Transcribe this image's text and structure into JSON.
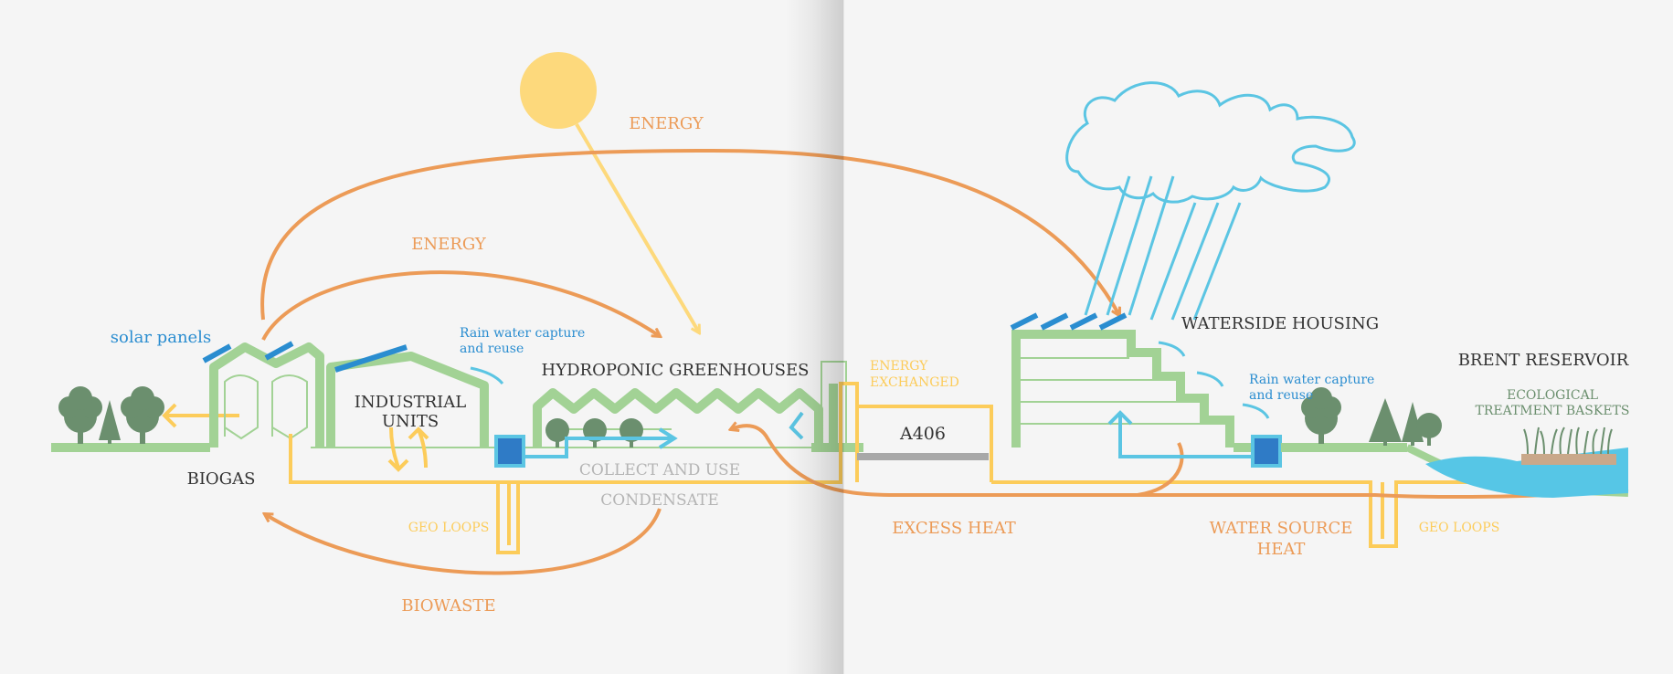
{
  "colors": {
    "green": "#a2d295",
    "dark_green": "#6b8f6e",
    "orange": "#ec9b57",
    "yellow": "#fccc5a",
    "sun": "#fdd97c",
    "blue": "#5bc5e3",
    "dark_blue": "#2f7bc6",
    "panel_blue": "#2a8dd0",
    "grey": "#a8a8a8",
    "text_dark": "#333333",
    "text_grey": "#b4b4b4",
    "water": "#56c6e6",
    "soil": "#c9a88a"
  },
  "labels": {
    "energy_top": "ENERGY",
    "energy_mid": "ENERGY",
    "solar_panels": "solar panels",
    "rain_capture_left_1": "Rain water capture",
    "rain_capture_left_2": "and reuse",
    "hydroponic": "HYDROPONIC GREENHOUSES",
    "industrial_1": "INDUSTRIAL",
    "industrial_2": "UNITS",
    "biogas": "BIOGAS",
    "collect_1": "COLLECT AND USE",
    "collect_2": "CONDENSATE",
    "geo_loops_left": "GEO LOOPS",
    "biowaste": "BIOWASTE",
    "energy_exchanged_1": "ENERGY",
    "energy_exchanged_2": "EXCHANGED",
    "road": "A406",
    "excess_heat": "EXCESS HEAT",
    "waterside": "WATERSIDE HOUSING",
    "rain_capture_right_1": "Rain water capture",
    "rain_capture_right_2": "and reuse",
    "water_source_1": "WATER SOURCE",
    "water_source_2": "HEAT",
    "geo_loops_right": "GEO LOOPS",
    "brent": "BRENT RESERVOIR",
    "ecological_1": "ECOLOGICAL",
    "ecological_2": "TREATMENT BASKETS"
  }
}
